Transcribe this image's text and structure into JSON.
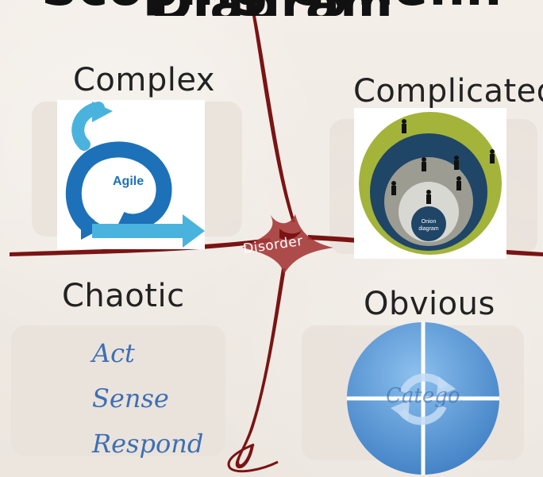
{
  "banner": {
    "text": "Scoping Cynefin Diagram"
  },
  "quadrants": {
    "complex": {
      "title": "Complex",
      "diagram_label": "Agile"
    },
    "complicated": {
      "title": "Complicated",
      "diagram_label_line1": "Onion",
      "diagram_label_line2": "diagram"
    },
    "chaotic": {
      "title": "Chaotic",
      "steps": [
        "Act",
        "Sense",
        "Respond"
      ]
    },
    "obvious": {
      "title": "Obvious",
      "hidden_text": "Categorise"
    }
  },
  "center": {
    "label": "Disorder"
  },
  "colors": {
    "line": "#7a1414",
    "agile_blue": "#1d71b8",
    "agile_light": "#4ab3dd",
    "onion_green": "#a4b33a",
    "onion_navy": "#1f4567",
    "obvious_blue": "#5b98d6"
  }
}
